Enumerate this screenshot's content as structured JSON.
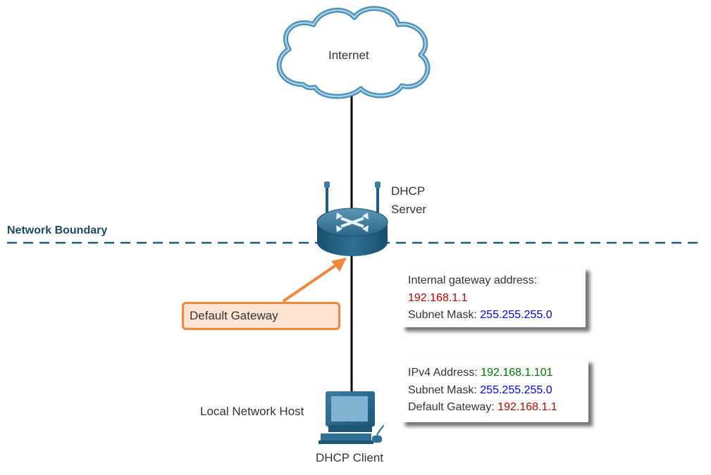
{
  "colors": {
    "boundary": "#1b5a78",
    "callout_border": "#f0873a",
    "callout_fill": "#fde4d2",
    "cloud_stroke": "#4a8fb5",
    "router_blue": "#1e5e80",
    "value_red": "#c00000",
    "value_blue": "#0000ee",
    "value_green": "#007000"
  },
  "icons": [
    "cloud-icon",
    "router-icon",
    "computer-icon",
    "arrow-icon"
  ],
  "cloud": {
    "label": "Internet"
  },
  "router": {
    "label_line1": "DHCP",
    "label_line2": "Server"
  },
  "boundary": {
    "label": "Network Boundary"
  },
  "callout": {
    "label": "Default Gateway"
  },
  "gateway_box": {
    "line1": "Internal gateway address:",
    "line2_value": "192.168.1.1",
    "line3_label": "Subnet Mask: ",
    "line3_value": "255.255.255.0"
  },
  "host_box": {
    "ipv4_label": "IPv4 Address: ",
    "ipv4_value": "192.168.1.101",
    "mask_label": "Subnet Mask: ",
    "mask_value": "255.255.255.0",
    "gateway_label": "Default Gateway: ",
    "gateway_value": "192.168.1.1"
  },
  "host": {
    "label": "Local Network Host",
    "sublabel": "DHCP Client"
  }
}
